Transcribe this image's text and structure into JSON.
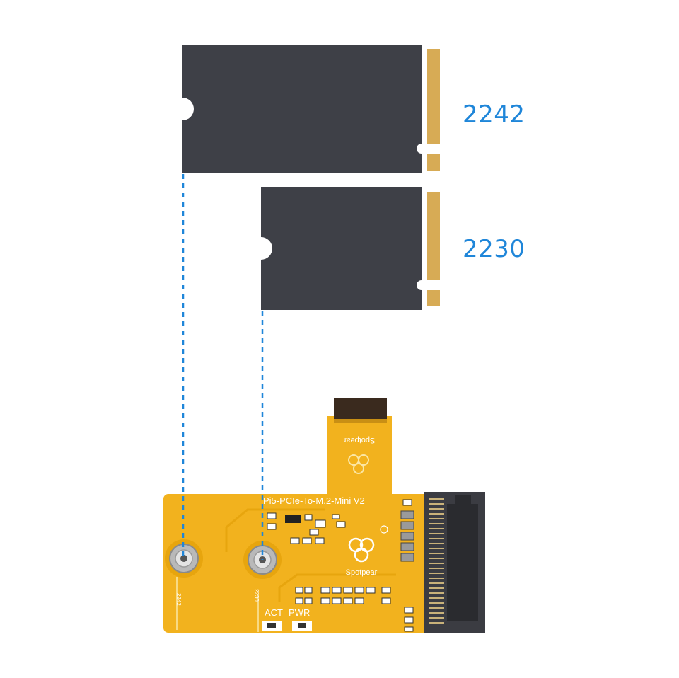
{
  "diagram": {
    "ssd_2242_label": "2242",
    "ssd_2230_label": "2230",
    "accent_color": "#1f86d9",
    "ssd_color": "#3e4047",
    "gold_color": "#d7ab55",
    "pcb_color": "#f2b21e"
  },
  "board": {
    "title": "Pi5-PCIe-To-M.2-Mini V2",
    "brand": "Spotpear",
    "led_act": "ACT",
    "led_pwr": "PWR",
    "hole_label_2242": "2242",
    "hole_label_2230": "2230",
    "flex_brand": "Spotpear"
  }
}
